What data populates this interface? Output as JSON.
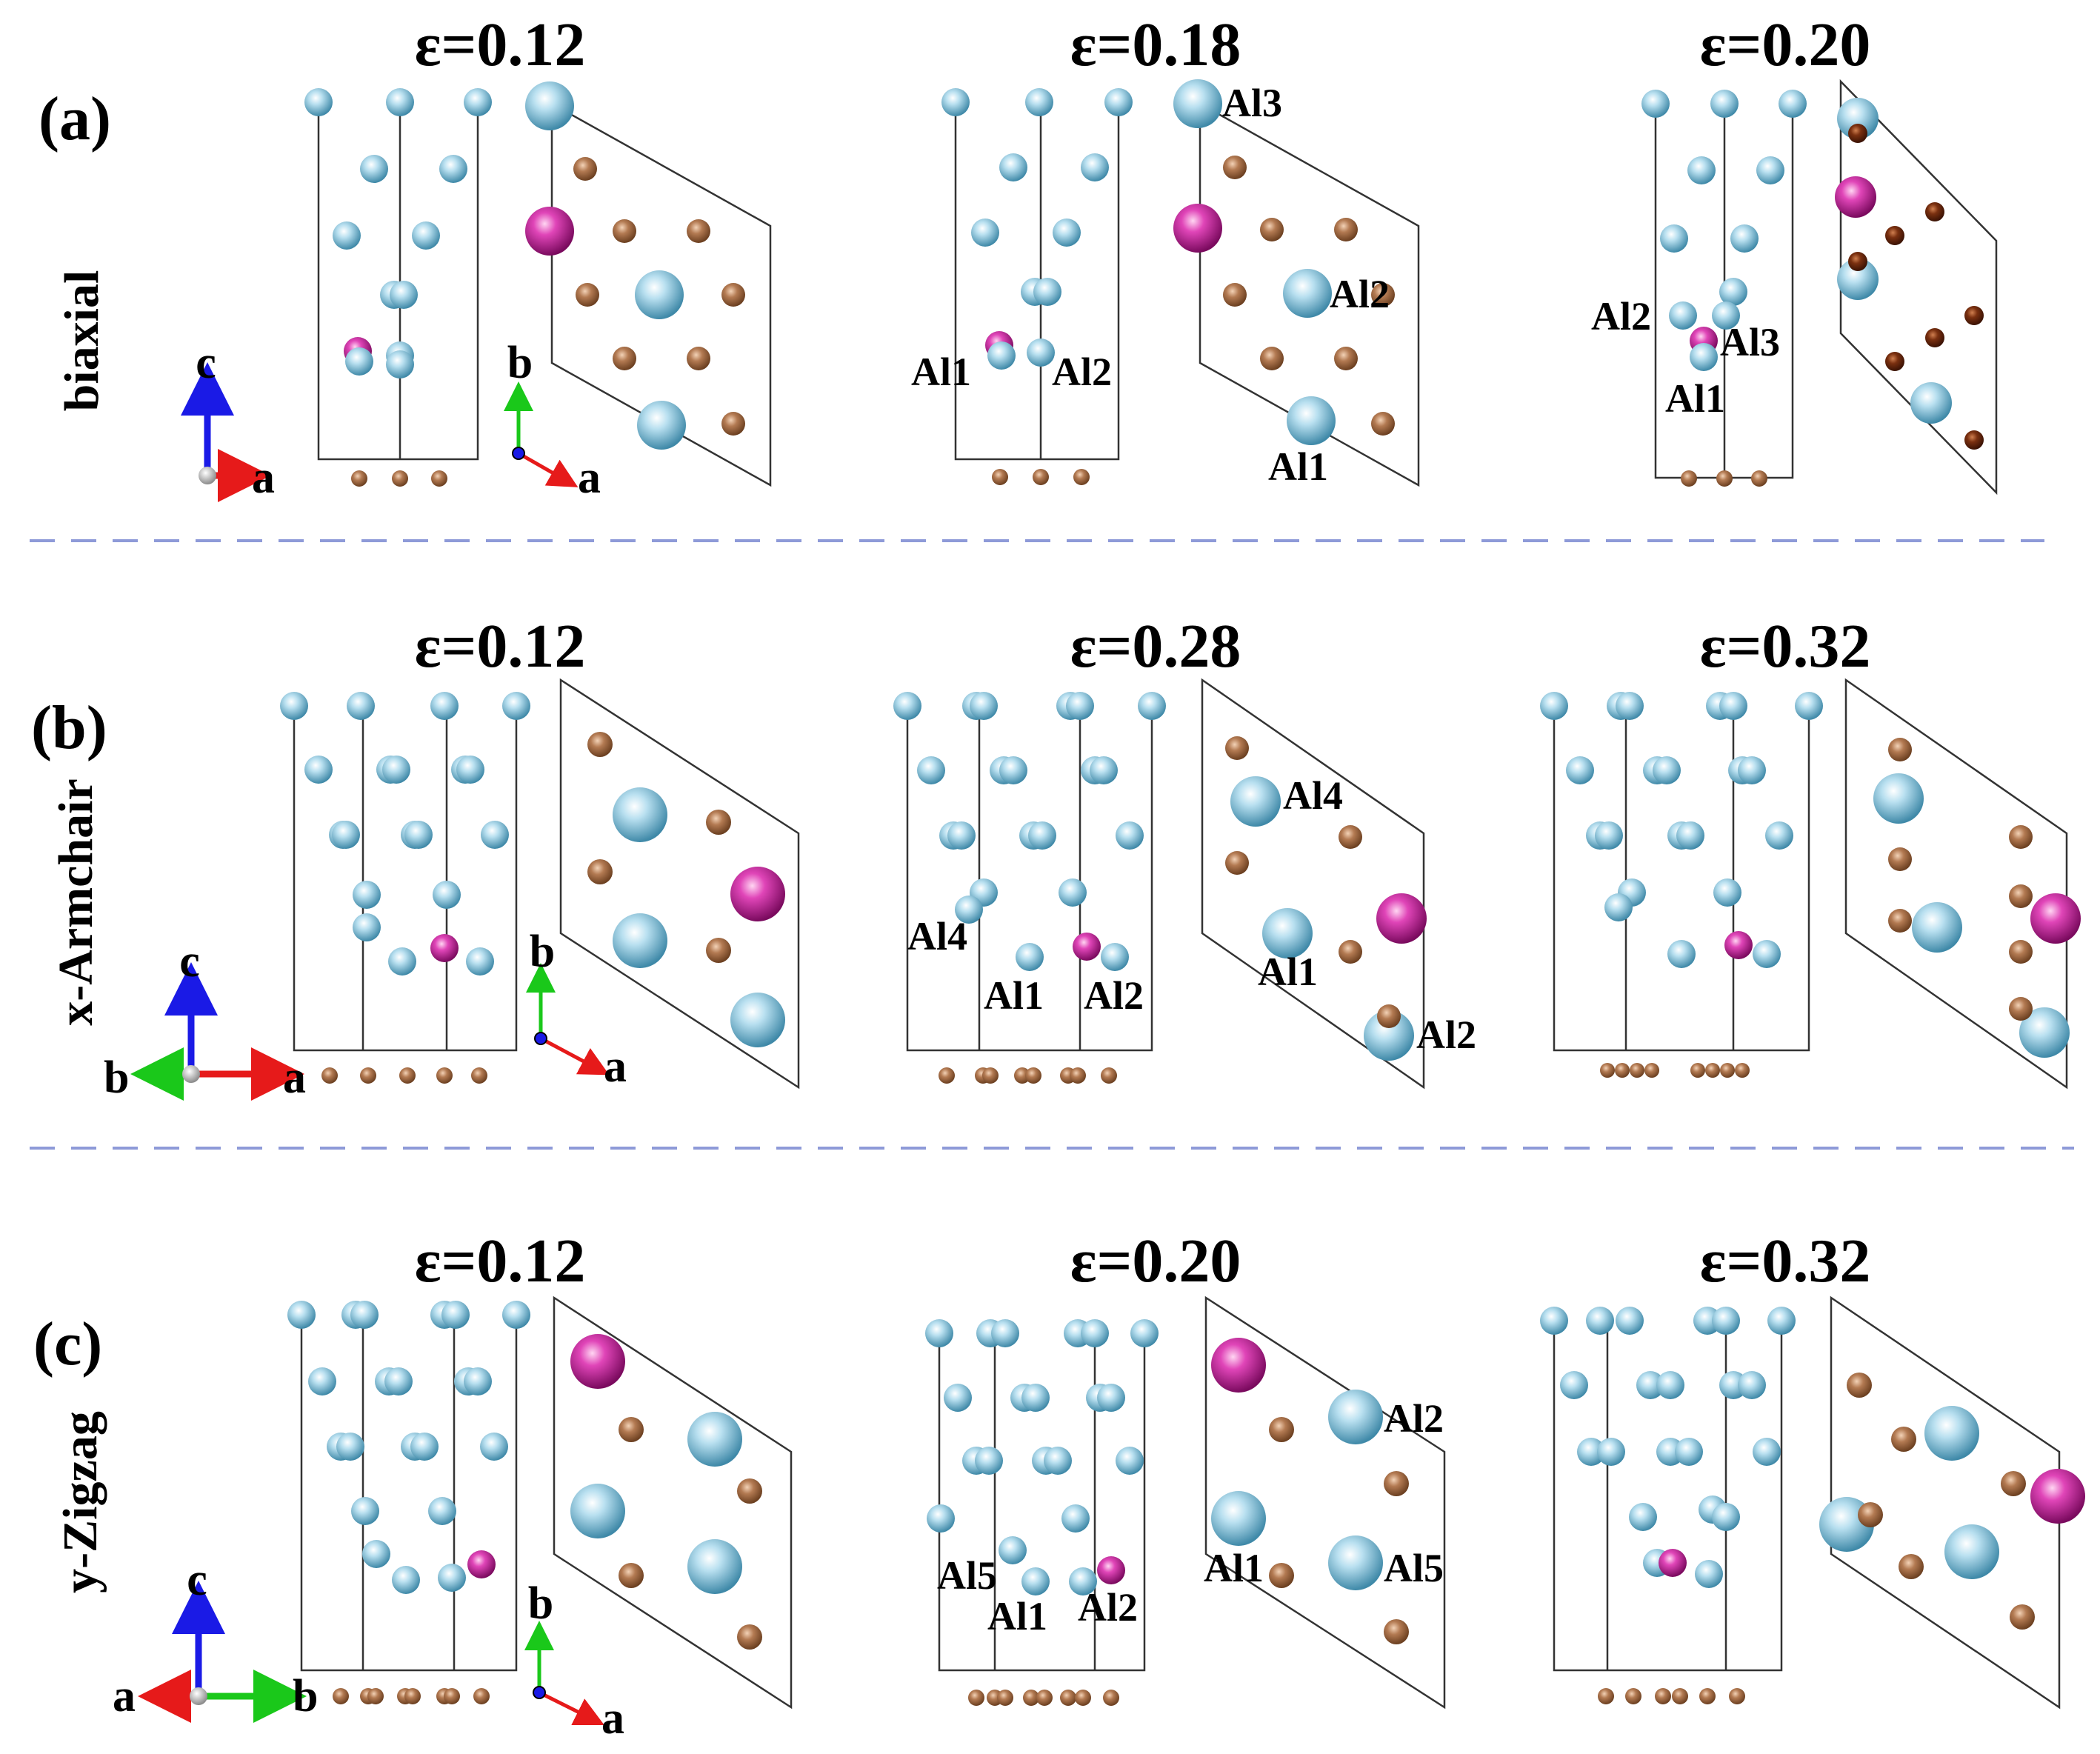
{
  "panels": [
    {
      "letter": "(a)",
      "mode": "biaxial",
      "strains": [
        "ε=0.12",
        "ε=0.18",
        "ε=0.20"
      ],
      "axes_front": [
        "c",
        "a"
      ],
      "axes_top": [
        "b",
        "a"
      ],
      "labels": [
        [
          "",
          "",
          "",
          "",
          "",
          "",
          ""
        ],
        [
          "Al1",
          "Al2",
          "Al3",
          "Al2",
          "Al1",
          "",
          ""
        ],
        [
          "Al2",
          "Al3",
          "Al1",
          "",
          "",
          "",
          ""
        ]
      ]
    },
    {
      "letter": "(b)",
      "mode": "x-Armchair",
      "strains": [
        "ε=0.12",
        "ε=0.28",
        "ε=0.32"
      ],
      "axes_front": [
        "c",
        "b",
        "a"
      ],
      "axes_top": [
        "b",
        "a"
      ],
      "labels": [
        [
          "",
          "",
          "",
          "",
          "",
          "",
          ""
        ],
        [
          "Al4",
          "Al1",
          "Al2",
          "Al4",
          "Al1",
          "Al2",
          ""
        ],
        [
          "",
          "",
          "",
          "",
          "",
          "",
          ""
        ]
      ]
    },
    {
      "letter": "(c)",
      "mode": "y-Zigzag",
      "strains": [
        "ε=0.12",
        "ε=0.20",
        "ε=0.32"
      ],
      "axes_front": [
        "c",
        "a",
        "b"
      ],
      "axes_top": [
        "b",
        "a"
      ],
      "labels": [
        [
          "",
          "",
          "",
          "",
          "",
          "",
          ""
        ],
        [
          "Al5",
          "Al1",
          "Al2",
          "Al2",
          "Al1",
          "Al5",
          ""
        ],
        [
          "",
          "",
          "",
          "",
          "",
          "",
          ""
        ]
      ]
    }
  ],
  "colors": {
    "al_atom": "#8ec5dc",
    "magenta_atom": "#cc2a9e",
    "carbon_atom": "#b37a52",
    "dark_atom": "#7a3010",
    "separator": "#8e9ad8",
    "axis_c": "#1a1ae6",
    "axis_a": "#e61a1a",
    "axis_b": "#1ac81a"
  }
}
